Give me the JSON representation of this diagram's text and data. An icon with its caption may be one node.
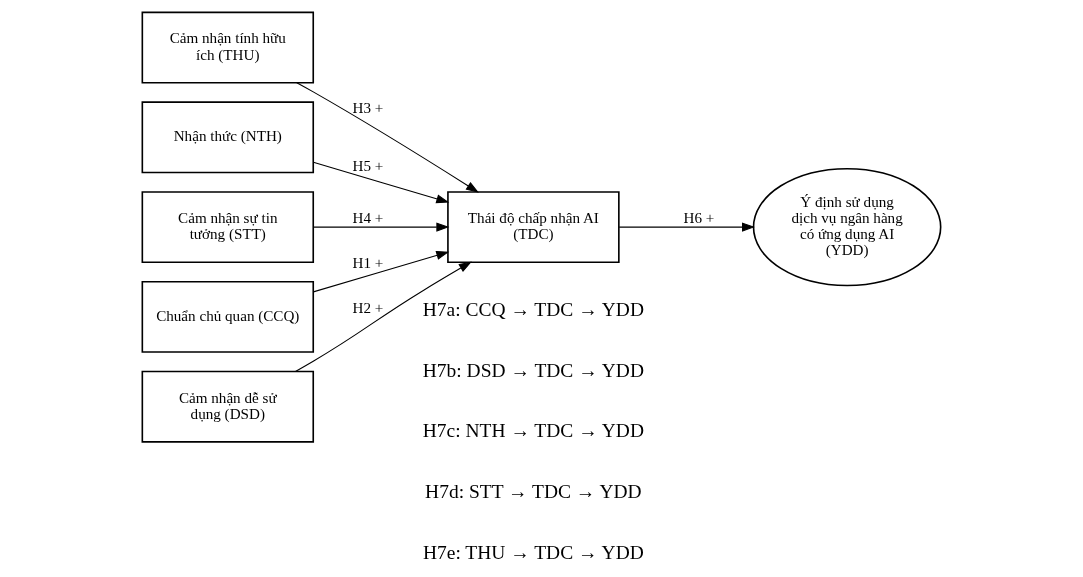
{
  "diagram": {
    "nodes": [
      {
        "text": [
          "Cảm nhận tính hữu ích (THU)"
        ]
      },
      {
        "text": [
          "Nhận thức (NTH)"
        ]
      },
      {
        "text": [
          "Cảm nhận sự tin tưởng (STT)"
        ]
      },
      {
        "text": [
          "Chuẩn chủ quan (CCQ)"
        ]
      },
      {
        "text": [
          "Cảm nhận dễ sử dụng (DSD)"
        ]
      },
      {
        "text": [
          "Thái độ chấp nhận AI (TDC)"
        ]
      },
      {
        "text": [
          "Ý định sử dụng dịch vụ ngân hàng có ứng dụng AI (YDD)"
        ]
      }
    ],
    "edges": [
      {
        "from": 0,
        "to": 5,
        "arrow": "to",
        "label": "H3 +"
      },
      {
        "from": 1,
        "to": 5,
        "arrow": "to",
        "label": "H5 +"
      },
      {
        "from": 2,
        "to": 5,
        "arrow": "to",
        "label": "H4 +"
      },
      {
        "from": 3,
        "to": 5,
        "arrow": "to",
        "label": "H1 +"
      },
      {
        "from": 4,
        "to": 5,
        "arrow": "to",
        "label": "H2 +"
      },
      {
        "from": 5,
        "to": 6,
        "arrow": "to",
        "label": "H6 +"
      }
    ],
    "labels": [
      "H7a: CCQ → TDC → YDD",
      "H7b: DSD → TDC → YDD",
      "H7c: NTH → TDC → YDD",
      "H7d: STT → TDC → YDD",
      "H7e: THU → TDC → YDD"
    ]
  }
}
